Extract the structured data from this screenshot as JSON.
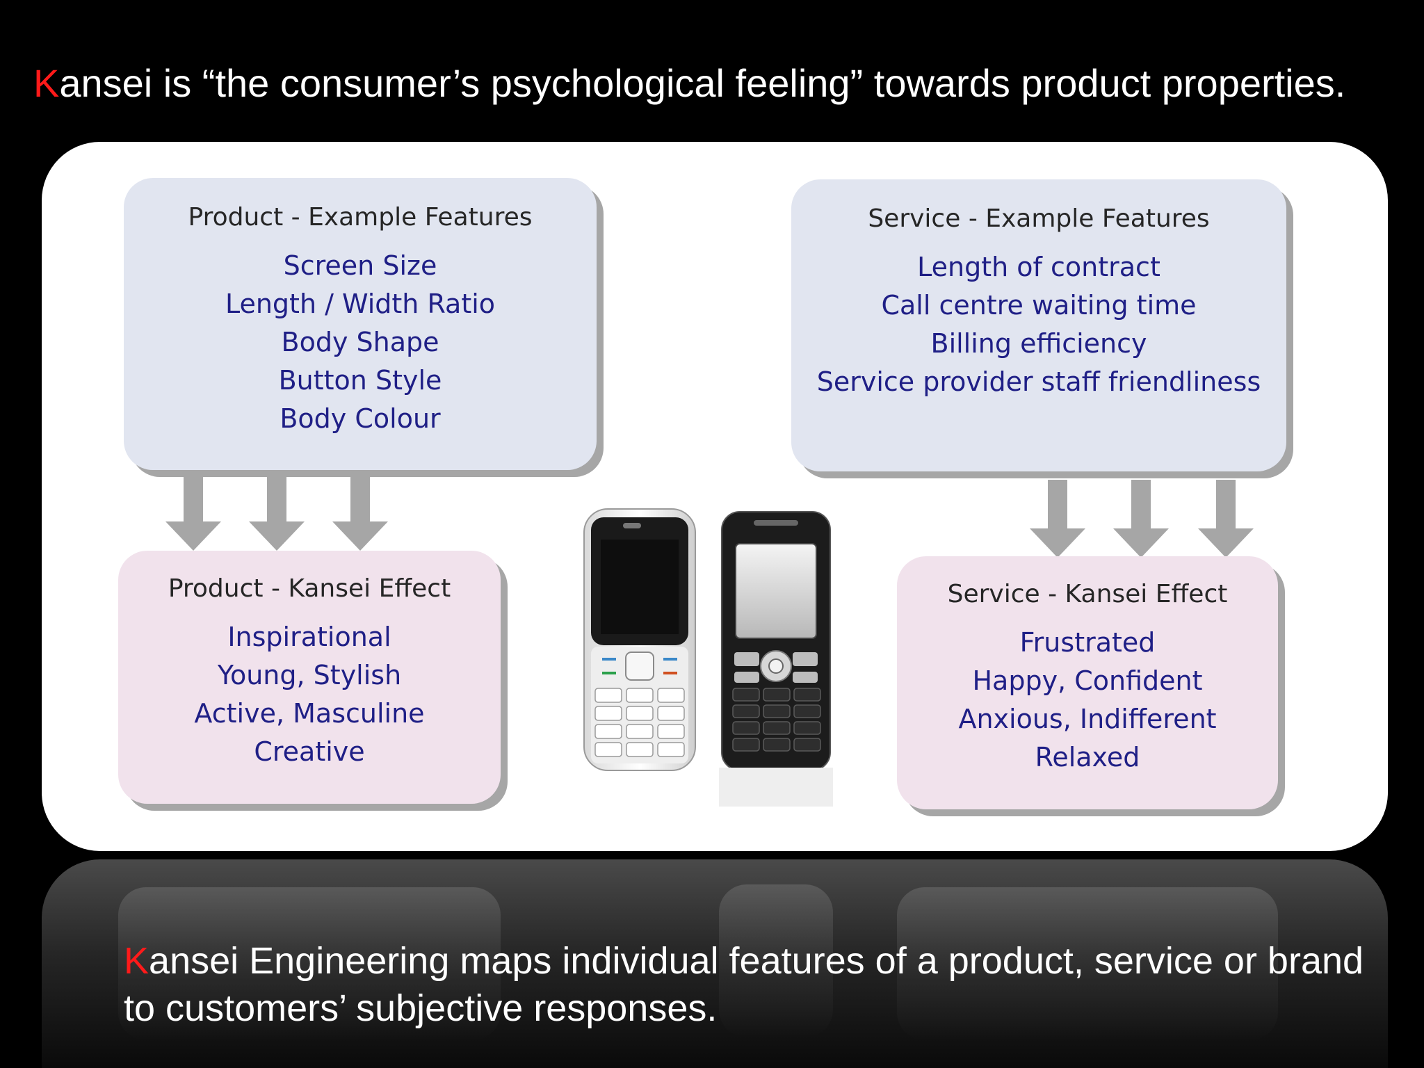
{
  "headline": {
    "accent": "K",
    "rest": "ansei is “the consumer’s psychological feeling” towards product properties."
  },
  "product_features": {
    "title": "Product - Example Features",
    "items": [
      "Screen Size",
      "Length / Width Ratio",
      "Body Shape",
      "Button Style",
      "Body Colour"
    ]
  },
  "service_features": {
    "title": "Service - Example Features",
    "items": [
      "Length of contract",
      "Call centre waiting time",
      "Billing efficiency",
      "Service provider staff friendliness"
    ]
  },
  "product_kansei": {
    "title": "Product - Kansei Effect",
    "items": [
      "Inspirational",
      "Young, Stylish",
      "Active, Masculine",
      "Creative"
    ]
  },
  "service_kansei": {
    "title": "Service - Kansei Effect",
    "items": [
      "Frustrated",
      "Happy, Confident",
      "Anxious, Indifferent",
      "Relaxed"
    ]
  },
  "phones": {
    "white_phone_icon": "white-mobile-phone",
    "black_phone_icon": "black-mobile-phone"
  },
  "footer": {
    "accent": "K",
    "rest": "ansei Engineering maps individual features of a product, service or brand to customers’ subjective responses."
  },
  "colors": {
    "accent": "#ff1a1a",
    "item_text": "#1f1f86",
    "feature_box": "#e1e5f0",
    "effect_box": "#f1e2ec",
    "arrow": "#a6a6a6"
  }
}
